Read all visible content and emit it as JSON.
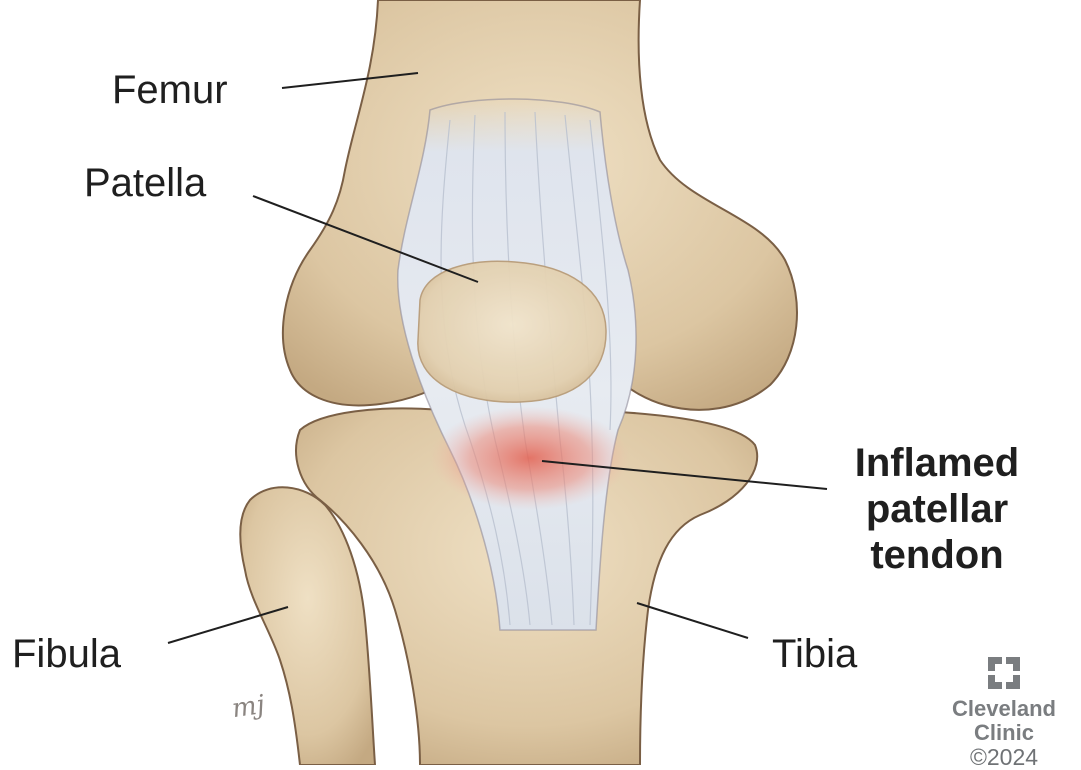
{
  "labels": {
    "femur": "Femur",
    "patella": "Patella",
    "inflamed_line1": "Inflamed",
    "inflamed_line2": "patellar",
    "inflamed_line3": "tendon",
    "fibula": "Fibula",
    "tibia": "Tibia"
  },
  "logo": {
    "line1": "Cleveland",
    "line2": "Clinic",
    "copyright": "©2024",
    "mark_icon": "cleveland-clinic-cross-mark"
  },
  "signature": "mj",
  "colors": {
    "bone": "#e2cfae",
    "bone_shade": "#c9b08a",
    "bone_outline": "#7a5f45",
    "tendon": "#d6dce6",
    "inflammation": "#e3604f",
    "leader_line": "#1f1f1f",
    "logo_gray": "#7a7d80"
  }
}
